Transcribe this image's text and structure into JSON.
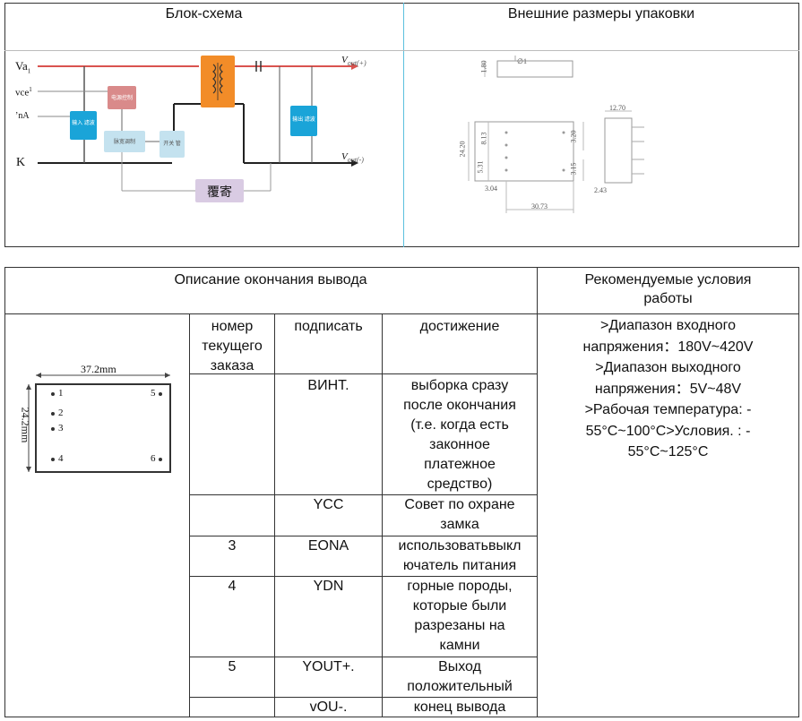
{
  "top": {
    "block_title": "Блок-схема",
    "dims_title": "Внешние размеры упаковки",
    "diagram": {
      "label_va": "Va",
      "label_va_sub": "1",
      "label_vce": "vce",
      "label_vce_sub": "1",
      "label_ra": "ʼnA",
      "label_k": "K",
      "label_vout_plus": "V",
      "label_vout_plus_sub": "out(+)",
      "label_vout_minus": "V",
      "label_vout_minus_sub": "out(-)",
      "feedback_label": "覆寄",
      "input_filter_label": "输入 滤波",
      "output_filter_label": "输出 滤波",
      "power_block_label": "电源控制",
      "pwm_block_label": "脉宽调制",
      "switch_label": "开关 管"
    },
    "dims": {
      "d180": "1.80",
      "phi1": "∅1",
      "d1270": "12.70",
      "d2420": "24.20",
      "d813": "8.13",
      "d531": "5.31",
      "d320": "3.20",
      "d315": "3.15",
      "d304": "3.04",
      "d243": "2.43",
      "d3073": "30.73"
    }
  },
  "bottom": {
    "desc_title": "Описание окончания вывода",
    "rec_title_line1": "Рекомендуемые условия",
    "rec_title_line2": "работы",
    "pkg": {
      "width_label": "37.2mm",
      "height_label": "24.2mm",
      "pin1": "1",
      "pin2": "2",
      "pin3": "3",
      "pin4": "4",
      "pin5": "5",
      "pin6": "6"
    },
    "table": {
      "headers": [
        "номер текущего заказа",
        "подписать",
        "достижение"
      ],
      "header_col0_lines": [
        "номер",
        "текущего",
        "заказа"
      ],
      "rows": [
        {
          "num": "",
          "sign": "ВИНТ.",
          "desc_lines": [
            "выборка сразу",
            "после окончания",
            "(т.е. когда есть",
            "законное",
            "платежное",
            "средство)"
          ]
        },
        {
          "num": "",
          "sign": "YCC",
          "desc_lines": [
            "Совет по охране",
            "замка"
          ]
        },
        {
          "num": "3",
          "sign": "EONA",
          "desc_lines": [
            "использоватьвыкл",
            "ючатель питания"
          ]
        },
        {
          "num": "4",
          "sign": "YDN",
          "desc_lines": [
            "горные породы,",
            "которые были",
            "разрезаны на",
            "камни"
          ]
        },
        {
          "num": "5",
          "sign": "YOUT+.",
          "desc_lines": [
            "Выход",
            "положительный"
          ]
        },
        {
          "num": "",
          "sign": "vOU-.",
          "desc_lines": [
            "конец вывода"
          ]
        }
      ]
    },
    "conditions_lines": [
      ">Диапазон входного",
      "напряжения：180V~420V",
      ">Диапазон выходного",
      "напряжения：5V~48V",
      ">Рабочая температура: -",
      "55°C~100°C>Условия. : -",
      "55°C~125°C"
    ],
    "colors": {
      "va_line": "#d9534f",
      "blue_block": "#1aa4d8",
      "pink_block": "#d98a8a",
      "lightblue_block": "#c4e2ef",
      "transformer": "#f28c28",
      "feedback_block": "#d9cbe3"
    }
  }
}
